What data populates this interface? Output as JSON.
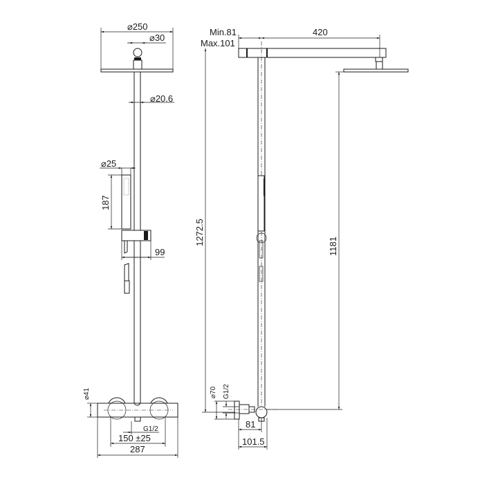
{
  "front_view": {
    "head_diameter": "⌀250",
    "connector_diameter": "⌀30",
    "pipe_diameter": "⌀20.6",
    "hand_shower_diameter": "⌀25",
    "hand_shower_length": "187",
    "holder_projection": "99",
    "mixer_diameter": "⌀41",
    "outlet_thread": "G1/2",
    "center_distance": "150 ±25",
    "mixer_width": "287"
  },
  "side_view": {
    "arm_min": "Min.81",
    "arm_max": "Max.101",
    "arm_length": "420",
    "total_height": "1272.5",
    "head_height": "1181",
    "wall_plate_diameter": "⌀70",
    "inlet_thread": "G1/2",
    "depth_short": "81",
    "depth_long": "101.5"
  }
}
